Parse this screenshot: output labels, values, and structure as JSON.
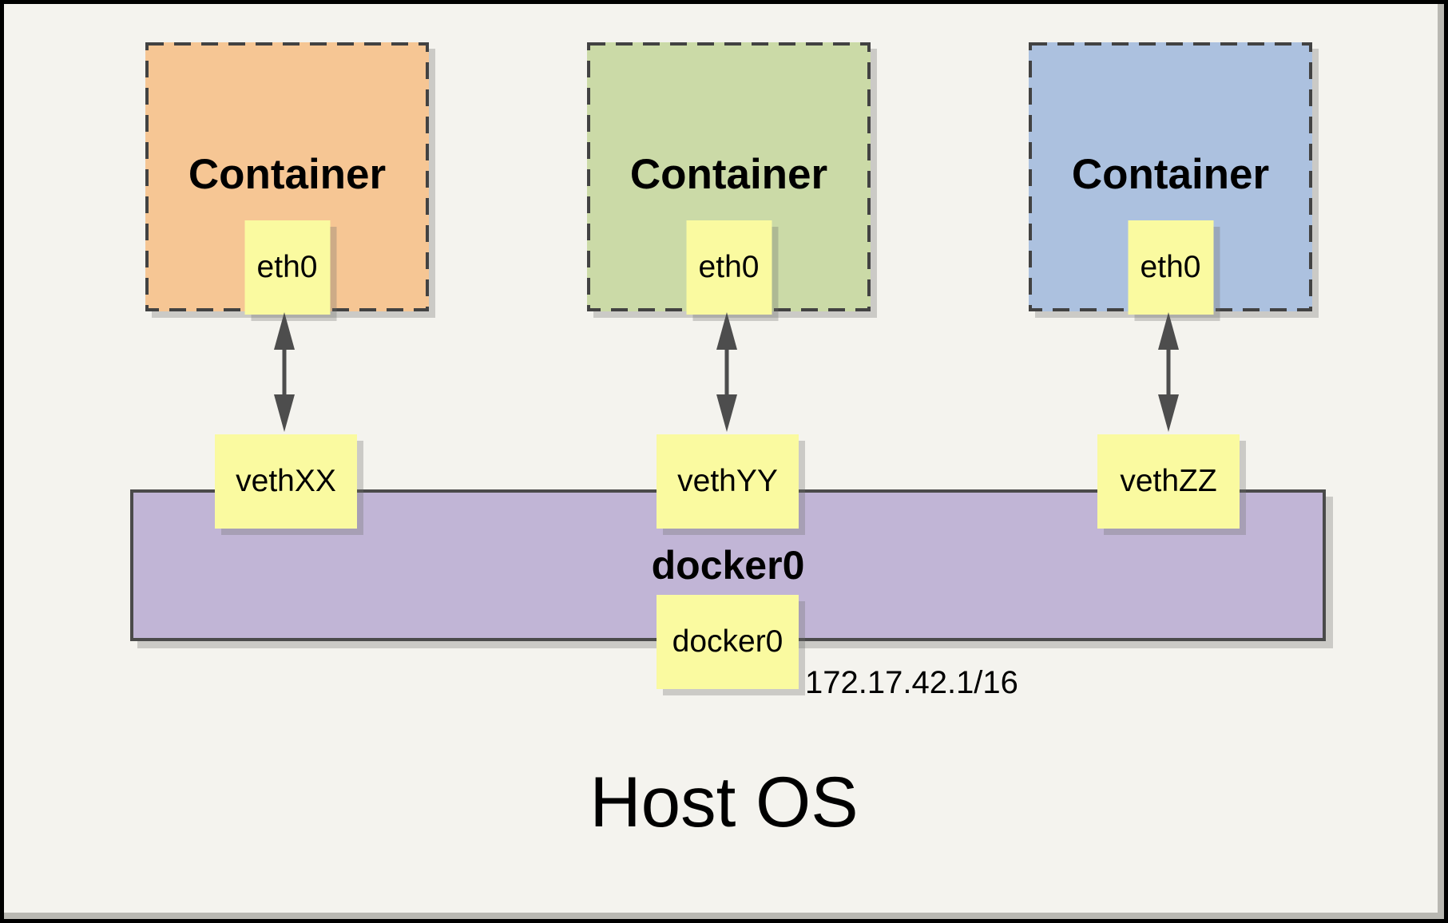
{
  "host": {
    "label": "Host OS"
  },
  "bridge": {
    "name": "docker0",
    "interface": "docker0",
    "ip": "172.17.42.1/16",
    "fill": "#C1B5D6"
  },
  "containers": [
    {
      "title": "Container",
      "interface": "eth0",
      "veth": "vethXX",
      "fill": "#F6C694"
    },
    {
      "title": "Container",
      "interface": "eth0",
      "veth": "vethYY",
      "fill": "#CBDAA7"
    },
    {
      "title": "Container",
      "interface": "eth0",
      "veth": "vethZZ",
      "fill": "#ACC1DF"
    }
  ],
  "icons": {
    "link_arrow": {
      "name": "bidirectional-arrow-icon",
      "glyph": "↕"
    }
  },
  "colors": {
    "canvas_background": "#F4F3EE",
    "note_fill": "#FAFAA0",
    "dashed_border": "#424242",
    "bar_border": "#4A4A4A",
    "frame_border": "#000000",
    "arrow": "#4D4D4D",
    "text": "#000000"
  }
}
